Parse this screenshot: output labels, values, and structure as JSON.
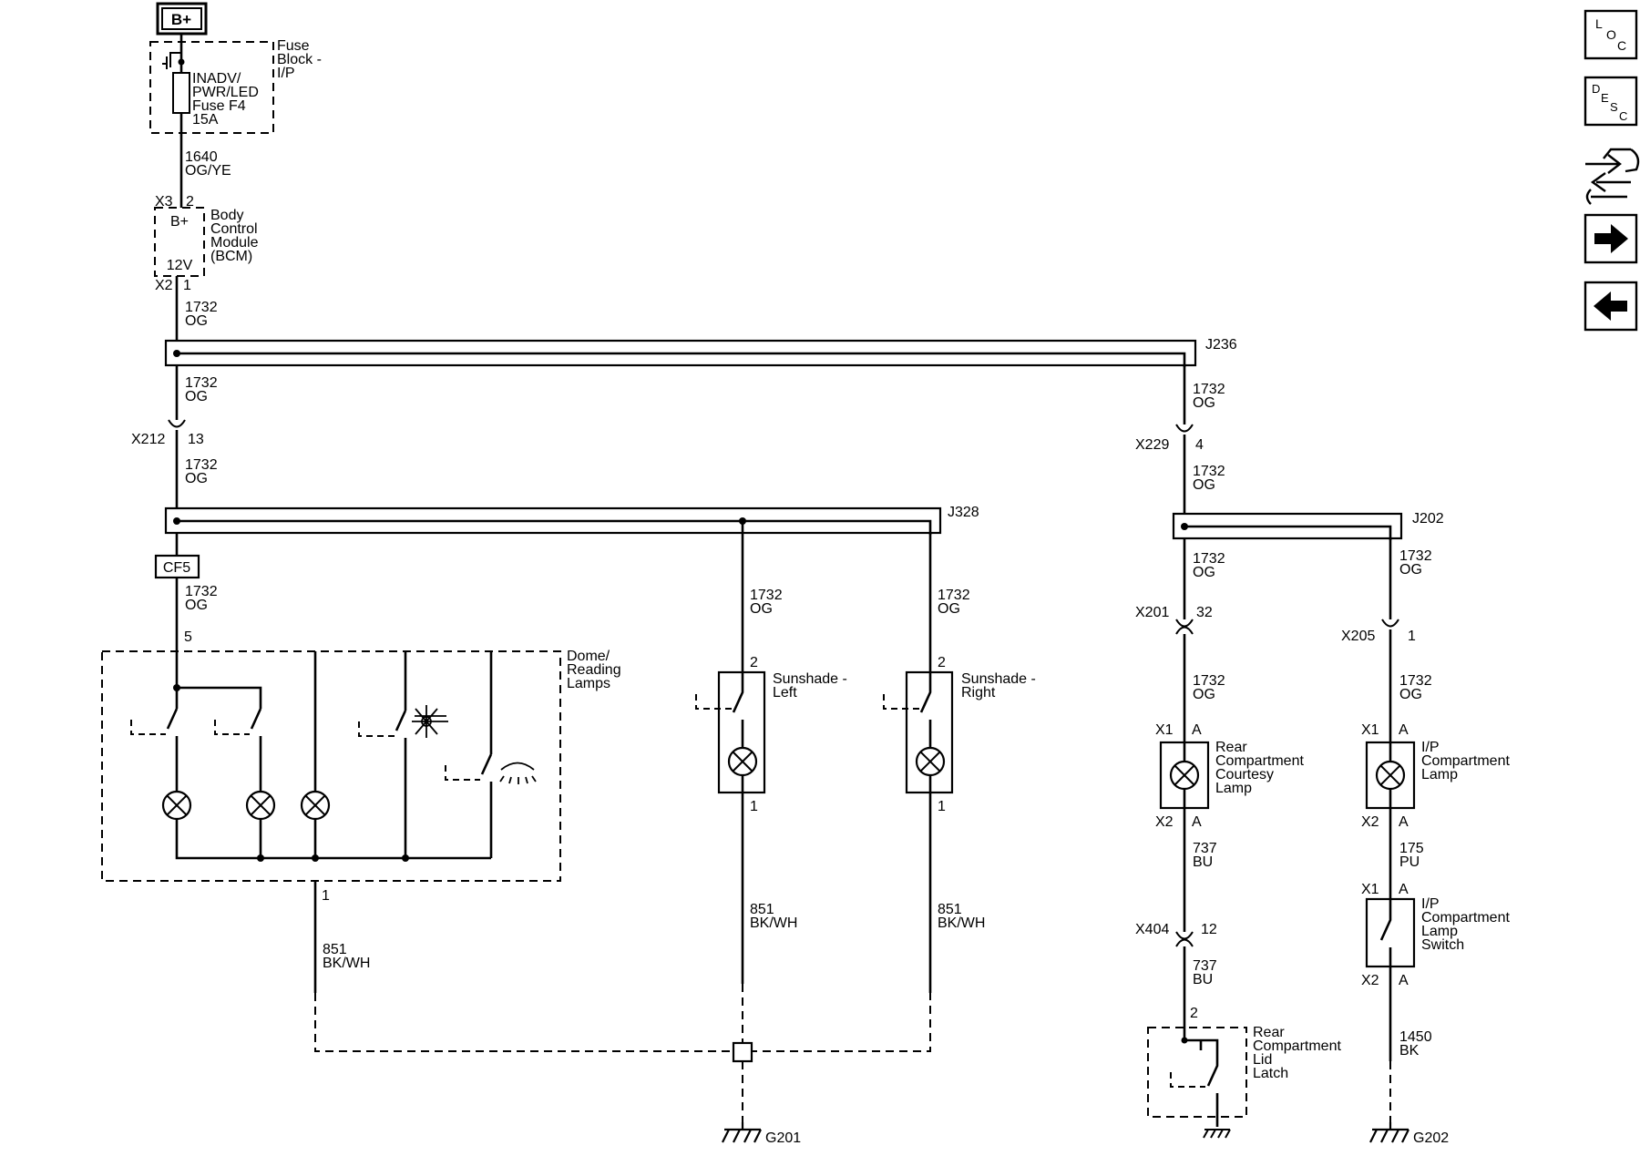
{
  "supply": {
    "label": "B+"
  },
  "fuse_block": {
    "name": "Fuse\nBlock -\nI/P",
    "fuse": "INADV/\nPWR/LED\nFuse F4\n15A"
  },
  "bcm": {
    "connector_in": "X3",
    "pin_in": "2",
    "terminal_in": "B+",
    "terminal_out": "12V",
    "connector_out": "X2",
    "pin_out": "1",
    "name": "Body\nControl\nModule\n(BCM)"
  },
  "splices": {
    "j236": "J236",
    "j328": "J328",
    "j202": "J202",
    "cf5": "CF5"
  },
  "connectors": {
    "x212": "X212",
    "x212_pin": "13",
    "x229": "X229",
    "x229_pin": "4",
    "x201": "X201",
    "x201_pin": "32",
    "x205": "X205",
    "x205_pin": "1",
    "x404": "X404",
    "x404_pin": "12"
  },
  "wires": {
    "w1640": "1640\nOG/YE",
    "w1732": "1732\nOG",
    "w851": "851\nBK/WH",
    "w737": "737\nBU",
    "w175": "175\nPU",
    "w1450": "1450\nBK"
  },
  "components": {
    "dome": {
      "name": "Dome/\nReading\nLamps",
      "pin_in": "5",
      "pin_out": "1"
    },
    "sunshade_left": {
      "name": "Sunshade -\nLeft",
      "pin_top": "2",
      "pin_bottom": "1"
    },
    "sunshade_right": {
      "name": "Sunshade -\nRight",
      "pin_top": "2",
      "pin_bottom": "1"
    },
    "rear_courtesy": {
      "name": "Rear\nCompartment\nCourtesy\nLamp",
      "x1": "X1",
      "x1_pin": "A",
      "x2": "X2",
      "x2_pin": "A"
    },
    "ip_lamp": {
      "name": "I/P\nCompartment\nLamp",
      "x1": "X1",
      "x1_pin": "A",
      "x2": "X2",
      "x2_pin": "A"
    },
    "ip_switch": {
      "name": "I/P\nCompartment\nLamp\nSwitch",
      "x1": "X1",
      "x1_pin": "A",
      "x2": "X2",
      "x2_pin": "A"
    },
    "lid_latch": {
      "name": "Rear\nCompartment\nLid\nLatch",
      "pin": "2"
    }
  },
  "grounds": {
    "g201": "G201",
    "g202": "G202"
  },
  "toolbar": {
    "loc": {
      "letters": [
        "L",
        "O",
        "C"
      ],
      "icon": "location-icon"
    },
    "desc": {
      "letters": [
        "D",
        "E",
        "S",
        "C"
      ],
      "icon": "description-icon"
    },
    "connector_view": {
      "icon": "connector-repair-icon"
    },
    "next": {
      "icon": "arrow-right-icon"
    },
    "prev": {
      "icon": "arrow-left-icon"
    }
  }
}
